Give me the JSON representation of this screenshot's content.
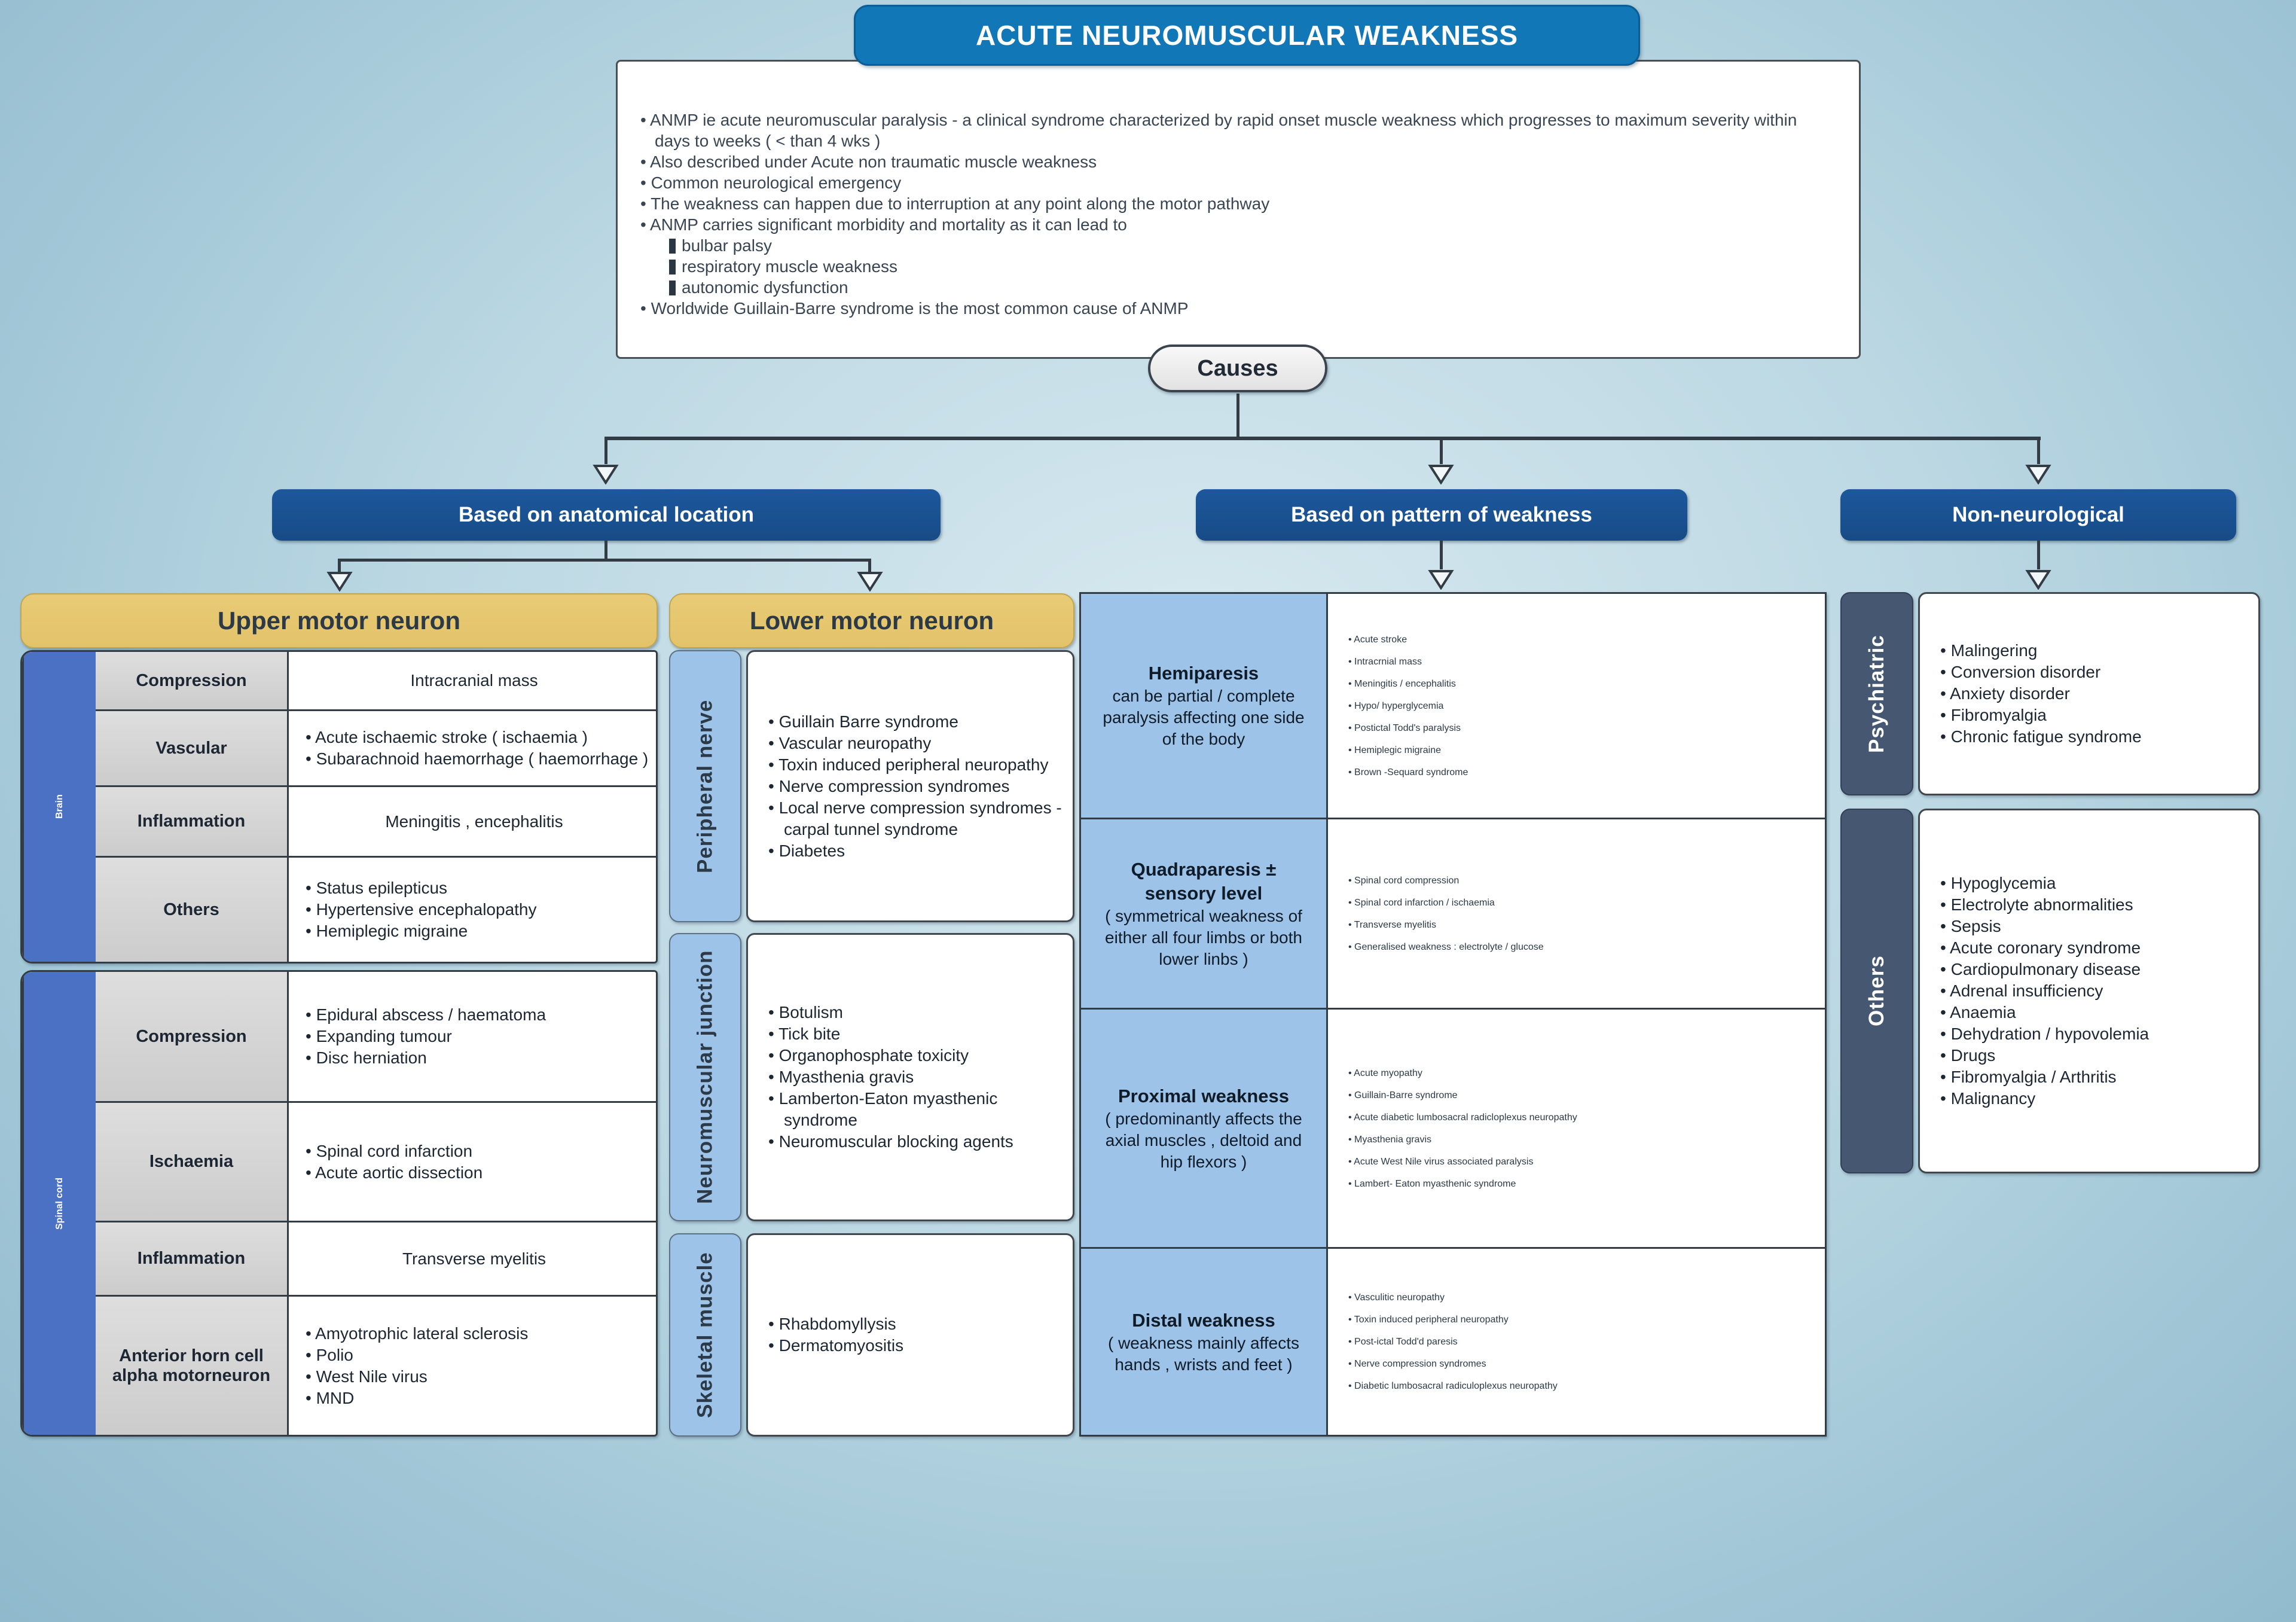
{
  "colors": {
    "bg_outer": "#8fb9cc",
    "bg_inner": "#d8e9f0",
    "title_bar": "#1277b7",
    "branch": "#174b87",
    "gold": "#e3c36a",
    "royal": "#4a71c4",
    "light_blue": "#9dc4e8",
    "slate": "#465772",
    "ink": "#2c3947",
    "line": "#333c44"
  },
  "title": "ACUTE NEUROMUSCULAR WEAKNESS",
  "intro": {
    "bullets_top": [
      "ANMP ie acute neuromuscular paralysis - a clinical syndrome characterized by rapid onset muscle weakness which progresses to maximum severity within days to weeks ( < than 4 wks )",
      "Also described under Acute non traumatic muscle weakness",
      "Common neurological emergency",
      "The weakness can happen due to interruption at any point along the motor pathway",
      "ANMP carries significant morbidity and mortality as it can lead to"
    ],
    "sub_bullets": [
      "bulbar palsy",
      "respiratory muscle weakness",
      "autonomic dysfunction"
    ],
    "bullets_bottom": [
      "Worldwide Guillain-Barre syndrome is the most common cause of ANMP"
    ]
  },
  "causes": "Causes",
  "branches": {
    "anatomical": "Based on anatomical location",
    "pattern": "Based on pattern of weakness",
    "non_neurological": "Non-neurological"
  },
  "anatomical": {
    "upper": {
      "header": "Upper motor neuron",
      "groups": [
        {
          "label": "Brain",
          "rows": [
            {
              "label": "Compression",
              "center": "Intracranial mass"
            },
            {
              "label": "Vascular",
              "items": [
                "Acute ischaemic stroke ( ischaemia )",
                "Subarachnoid haemorrhage ( haemorrhage )"
              ]
            },
            {
              "label": "Inflammation",
              "center": "Meningitis , encephalitis"
            },
            {
              "label": "Others",
              "items": [
                "Status epilepticus",
                "Hypertensive encephalopathy",
                "Hemiplegic migraine"
              ]
            }
          ]
        },
        {
          "label": "Spinal cord",
          "rows": [
            {
              "label": "Compression",
              "items": [
                "Epidural abscess / haematoma",
                "Expanding tumour",
                "Disc herniation"
              ]
            },
            {
              "label": "Ischaemia",
              "items": [
                "Spinal cord infarction",
                "Acute aortic dissection"
              ]
            },
            {
              "label": "Inflammation",
              "center": "Transverse myelitis"
            },
            {
              "label": "Anterior horn cell alpha motorneuron",
              "items": [
                "Amyotrophic lateral sclerosis",
                "Polio",
                "West Nile virus",
                "MND"
              ]
            }
          ]
        }
      ]
    },
    "lower": {
      "header": "Lower motor neuron",
      "sections": [
        {
          "label": "Peripheral nerve",
          "items": [
            "Guillain Barre syndrome",
            "Vascular neuropathy",
            "Toxin induced peripheral neuropathy",
            "Nerve compression syndromes",
            "Local nerve compression syndromes - carpal tunnel syndrome",
            "Diabetes"
          ]
        },
        {
          "label": "Neuromuscular junction",
          "items": [
            "Botulism",
            "Tick bite",
            "Organophosphate toxicity",
            "Myasthenia gravis",
            "Lamberton-Eaton myasthenic syndrome",
            "Neuromuscular blocking agents"
          ]
        },
        {
          "label": "Skeletal muscle",
          "items": [
            "Rhabdomyllysis",
            "Dermatomyositis"
          ]
        }
      ]
    }
  },
  "pattern": {
    "rows": [
      {
        "title": "Hemiparesis",
        "subtitle": "can be partial / complete paralysis affecting one side of the body",
        "items": [
          "Acute stroke",
          "Intracrnial mass",
          "Meningitis / encephalitis",
          "Hypo/ hyperglycemia",
          "Postictal Todd's paralysis",
          "Hemiplegic migraine",
          "Brown -Sequard syndrome"
        ]
      },
      {
        "title": "Quadraparesis  ±\nsensory level",
        "subtitle": "( symmetrical weakness of either all four limbs or both lower linbs )",
        "items": [
          "Spinal cord compression",
          "Spinal cord infarction / ischaemia",
          "Transverse myelitis",
          "Generalised weakness : electrolyte / glucose"
        ]
      },
      {
        "title": "Proximal weakness",
        "subtitle": "( predominantly affects the axial muscles , deltoid and hip flexors )",
        "items": [
          "Acute myopathy",
          "Guillain-Barre syndrome",
          "Acute diabetic lumbosacral radicloplexus neuropathy",
          "Myasthenia gravis",
          "Acute West Nile virus associated paralysis",
          "Lambert- Eaton myasthenic syndrome"
        ]
      },
      {
        "title": "Distal weakness",
        "subtitle": "( weakness mainly affects hands , wrists and feet )",
        "items": [
          "Vasculitic neuropathy",
          "Toxin induced peripheral neuropathy",
          "Post-ictal Todd'd paresis",
          "Nerve compression syndromes",
          "Diabetic lumbosacral radiculoplexus neuropathy"
        ]
      }
    ]
  },
  "non_neurological": {
    "sections": [
      {
        "label": "Psychiatric",
        "items": [
          "Malingering",
          "Conversion disorder",
          "Anxiety disorder",
          "Fibromyalgia",
          "Chronic fatigue syndrome"
        ]
      },
      {
        "label": "Others",
        "items": [
          "Hypoglycemia",
          "Electrolyte abnormalities",
          "Sepsis",
          "Acute coronary syndrome",
          "Cardiopulmonary disease",
          "Adrenal insufficiency",
          "Anaemia",
          "Dehydration / hypovolemia",
          "Drugs",
          "Fibromyalgia / Arthritis",
          "Malignancy"
        ]
      }
    ]
  }
}
